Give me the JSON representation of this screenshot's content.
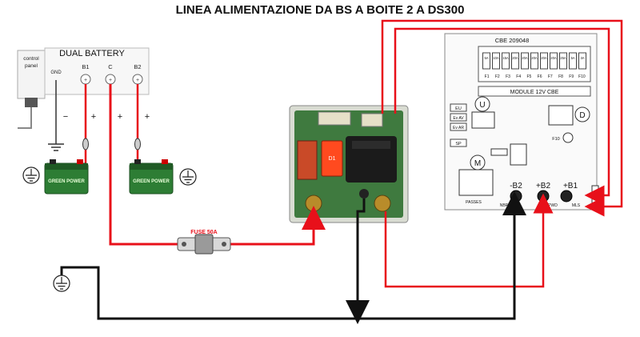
{
  "title": "LINEA ALIMENTAZIONE DA BS A BOITE 2 A DS300",
  "dual_battery": {
    "label": "DUAL BATTERY",
    "control_panel": "control panel",
    "gnd": "GND",
    "terminals": [
      "B1",
      "C",
      "B2"
    ],
    "signs": [
      "−",
      "+",
      "+",
      "+"
    ]
  },
  "batteries": [
    {
      "brand": "GREEN POWER"
    },
    {
      "brand": "GREEN POWER"
    }
  ],
  "relay_board": {
    "fuse_label": "D1"
  },
  "fuse": {
    "label": "FUSE 50A"
  },
  "cbe": {
    "title": "CBE  209048",
    "fuse_ratings": [
      "5A",
      "10A",
      "15A",
      "20A",
      "20A",
      "20A",
      "20A",
      "20A",
      "25A",
      "5A",
      "3A"
    ],
    "fuse_names": [
      "F1",
      "F2",
      "F3",
      "F4",
      "F5",
      "F6",
      "F7",
      "F8",
      "F9",
      "F10"
    ],
    "module_label": "MODULE 12V CBE",
    "connectors": {
      "u": "U",
      "d": "D",
      "m": "M"
    },
    "side_labels": [
      "EU",
      "Ev AV",
      "Ev AR",
      "SP"
    ],
    "f10_label": "F10",
    "bottom_labels": {
      "nbr": "NBR",
      "passes": "PASSES",
      "pwd": "PWD",
      "mls": "MLS"
    },
    "terminals": [
      "-B2",
      "+B2",
      "+B1"
    ]
  },
  "colors": {
    "positive": "#e8101a",
    "ground": "#111111",
    "board": "#3f7a3f"
  }
}
